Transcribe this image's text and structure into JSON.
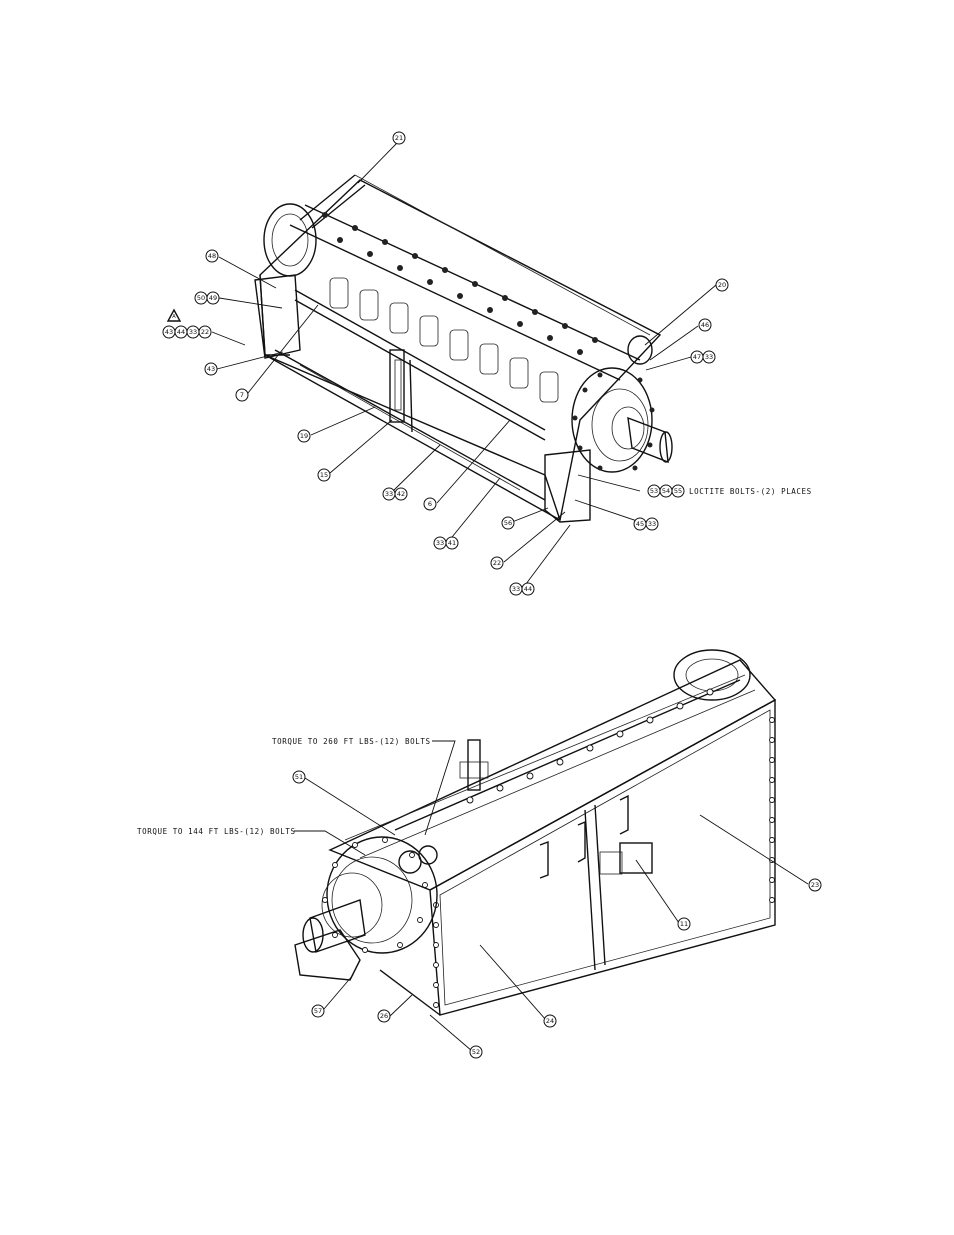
{
  "upper_view": {
    "balloons": [
      {
        "id": "b21",
        "label": "21"
      },
      {
        "id": "b48",
        "label": "48"
      },
      {
        "id": "b50",
        "label": "50"
      },
      {
        "id": "b49",
        "label": "49"
      },
      {
        "id": "b43a",
        "label": "43"
      },
      {
        "id": "b44a",
        "label": "44"
      },
      {
        "id": "b33a",
        "label": "33"
      },
      {
        "id": "b22a",
        "label": "22"
      },
      {
        "id": "b43b",
        "label": "43"
      },
      {
        "id": "b7",
        "label": "7"
      },
      {
        "id": "b19",
        "label": "19"
      },
      {
        "id": "b15",
        "label": "15"
      },
      {
        "id": "b33b",
        "label": "33"
      },
      {
        "id": "b42",
        "label": "42"
      },
      {
        "id": "b6",
        "label": "6"
      },
      {
        "id": "b33c",
        "label": "33"
      },
      {
        "id": "b41",
        "label": "41"
      },
      {
        "id": "b22b",
        "label": "22"
      },
      {
        "id": "b33d",
        "label": "33"
      },
      {
        "id": "b44b",
        "label": "44"
      },
      {
        "id": "b56a",
        "label": "56"
      },
      {
        "id": "b45",
        "label": "45"
      },
      {
        "id": "b33e",
        "label": "33"
      },
      {
        "id": "b53",
        "label": "53"
      },
      {
        "id": "b54",
        "label": "54"
      },
      {
        "id": "b55",
        "label": "55"
      },
      {
        "id": "b20",
        "label": "20"
      },
      {
        "id": "b46",
        "label": "46"
      },
      {
        "id": "b47",
        "label": "47"
      },
      {
        "id": "b33f",
        "label": "33"
      }
    ],
    "warning_symbol": "A",
    "note_loctite": "LOCTITE BOLTS-(2) PLACES"
  },
  "lower_view": {
    "balloons": [
      {
        "id": "b51",
        "label": "51"
      },
      {
        "id": "b23",
        "label": "23"
      },
      {
        "id": "b11",
        "label": "11"
      },
      {
        "id": "b24",
        "label": "24"
      },
      {
        "id": "b57",
        "label": "57"
      },
      {
        "id": "b26",
        "label": "26"
      },
      {
        "id": "b52",
        "label": "52"
      }
    ],
    "note_torque_260": "TORQUE TO 260 FT LBS-(12) BOLTS",
    "note_torque_144": "TORQUE TO 144 FT LBS-(12) BOLTS"
  }
}
